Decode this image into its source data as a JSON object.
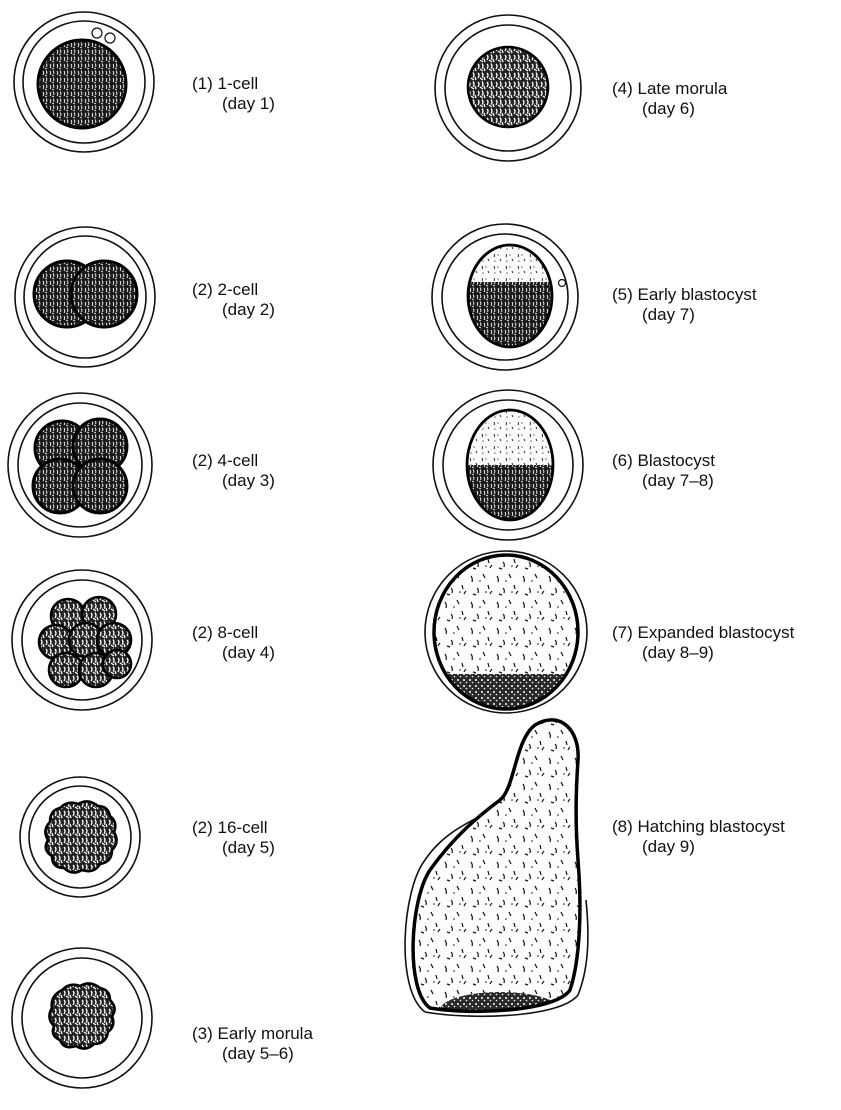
{
  "stages": [
    {
      "id": "s1",
      "number": "(1)",
      "name": "1-cell",
      "day": "(day 1)"
    },
    {
      "id": "s2",
      "number": "(2)",
      "name": "2-cell",
      "day": "(day 2)"
    },
    {
      "id": "s3",
      "number": "(2)",
      "name": "4-cell",
      "day": "(day 3)"
    },
    {
      "id": "s4",
      "number": "(2)",
      "name": "8-cell",
      "day": "(day 4)"
    },
    {
      "id": "s5",
      "number": "(2)",
      "name": "16-cell",
      "day": "(day 5)"
    },
    {
      "id": "s6",
      "number": "(3)",
      "name": "Early morula",
      "day": "(day 5–6)"
    },
    {
      "id": "s7",
      "number": "(4)",
      "name": "Late morula",
      "day": "(day 6)"
    },
    {
      "id": "s8",
      "number": "(5)",
      "name": "Early blastocyst",
      "day": "(day 7)"
    },
    {
      "id": "s9",
      "number": "(6)",
      "name": "Blastocyst",
      "day": "(day 7–8)"
    },
    {
      "id": "s10",
      "number": "(7)",
      "name": "Expanded blastocyst",
      "day": "(day 8–9)"
    },
    {
      "id": "s11",
      "number": "(8)",
      "name": "Hatching blastocyst",
      "day": "(day 9)"
    }
  ],
  "labels": {
    "s1": "(1) 1-cell",
    "s2": "(2) 2-cell",
    "s3": "(2) 4-cell",
    "s4": "(2) 8-cell",
    "s5": "(2) 16-cell",
    "s6": "(3) Early morula",
    "s7": "(4) Late morula",
    "s8": "(5) Early blastocyst",
    "s9": "(6) Blastocyst",
    "s10": "(7) Expanded blastocyst",
    "s11": "(8) Hatching blastocyst"
  },
  "days": {
    "s1": "(day 1)",
    "s2": "(day 2)",
    "s3": "(day 3)",
    "s4": "(day 4)",
    "s5": "(day 5)",
    "s6": "(day 5–6)",
    "s7": "(day 6)",
    "s8": "(day 7)",
    "s9": "(day 7–8)",
    "s10": "(day 8–9)",
    "s11": "(day 9)"
  }
}
